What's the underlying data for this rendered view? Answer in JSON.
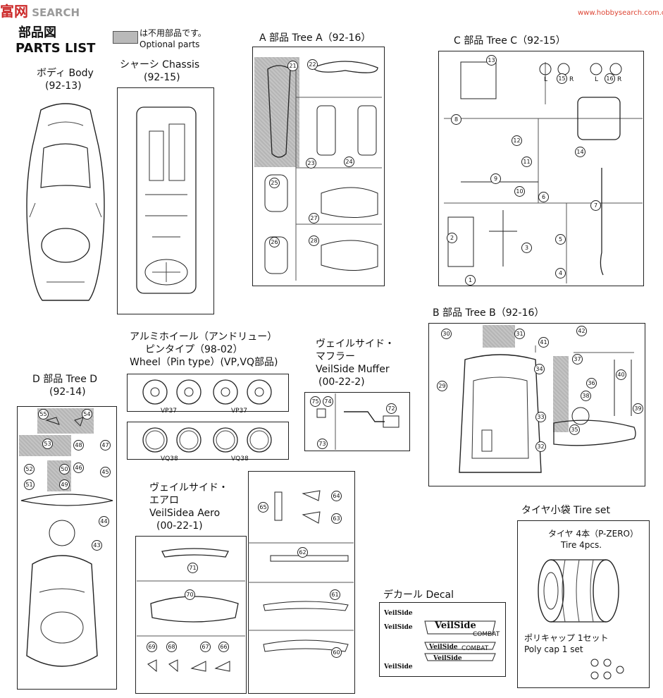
{
  "watermark": {
    "logo_left": "富",
    "logo_right": "网",
    "search": "SEARCH",
    "site": "www.hobbysearch.com.cn"
  },
  "header": {
    "title_jp": "部品図",
    "title_en": "PARTS LIST"
  },
  "legend": {
    "label_jp": "は不用部品です。",
    "label_en": "Optional parts"
  },
  "body": {
    "title": "ボディ Body",
    "code": "(92-13)"
  },
  "chassis": {
    "title": "シャーシ Chassis",
    "code": "(92-15)"
  },
  "tree_a": {
    "title": "A 部品 Tree A（92-16）",
    "parts": [
      "21",
      "22",
      "23",
      "24",
      "25",
      "26",
      "27",
      "28"
    ]
  },
  "tree_c": {
    "title": "C 部品 Tree C（92-15）",
    "parts": [
      "1",
      "2",
      "3",
      "4",
      "5",
      "6",
      "7",
      "8",
      "9",
      "10",
      "11",
      "12",
      "13",
      "14",
      "15",
      "16"
    ],
    "lr": [
      "L",
      "R",
      "L",
      "R"
    ]
  },
  "tree_b": {
    "title": "B 部品 Tree B（92-16）",
    "parts": [
      "29",
      "30",
      "31",
      "32",
      "33",
      "34",
      "35",
      "36",
      "37",
      "38",
      "39",
      "40",
      "41",
      "42"
    ]
  },
  "tree_d": {
    "title": "D 部品 Tree D",
    "code": "(92-14)",
    "parts": [
      "43",
      "44",
      "45",
      "46",
      "47",
      "48",
      "49",
      "50",
      "51",
      "52",
      "53",
      "54",
      "55"
    ]
  },
  "wheel": {
    "line1": "アルミホイール（アンドリュー）",
    "line2": "ピンタイプ（98-02）",
    "line3": "Wheel（Pin type）(VP,VQ部品)",
    "vp": [
      "VP37",
      "VP37"
    ],
    "vq": [
      "VQ38",
      "VQ38"
    ]
  },
  "muffler": {
    "line1": "ヴェイルサイド・",
    "line2": "マフラー",
    "line3": "VeilSide Muffer",
    "code": "(00-22-2)",
    "parts": [
      "72",
      "73",
      "74",
      "75"
    ]
  },
  "aero": {
    "line1": "ヴェイルサイド・",
    "line2": "エアロ",
    "line3": "VeilSidea Aero",
    "code": "(00-22-1)",
    "parts": [
      "60",
      "61",
      "62",
      "63",
      "64",
      "65",
      "66",
      "67",
      "68",
      "69",
      "70",
      "71"
    ]
  },
  "decal": {
    "title": "デカール Decal",
    "brand": "VeilSide",
    "combat": "COMBAT"
  },
  "tires": {
    "title": "タイヤ小袋 Tire set",
    "line1": "タイヤ 4本（P-ZERO）",
    "line2": "Tire 4pcs.",
    "line3": "ポリキャップ 1セット",
    "line4": "Poly cap 1 set"
  }
}
